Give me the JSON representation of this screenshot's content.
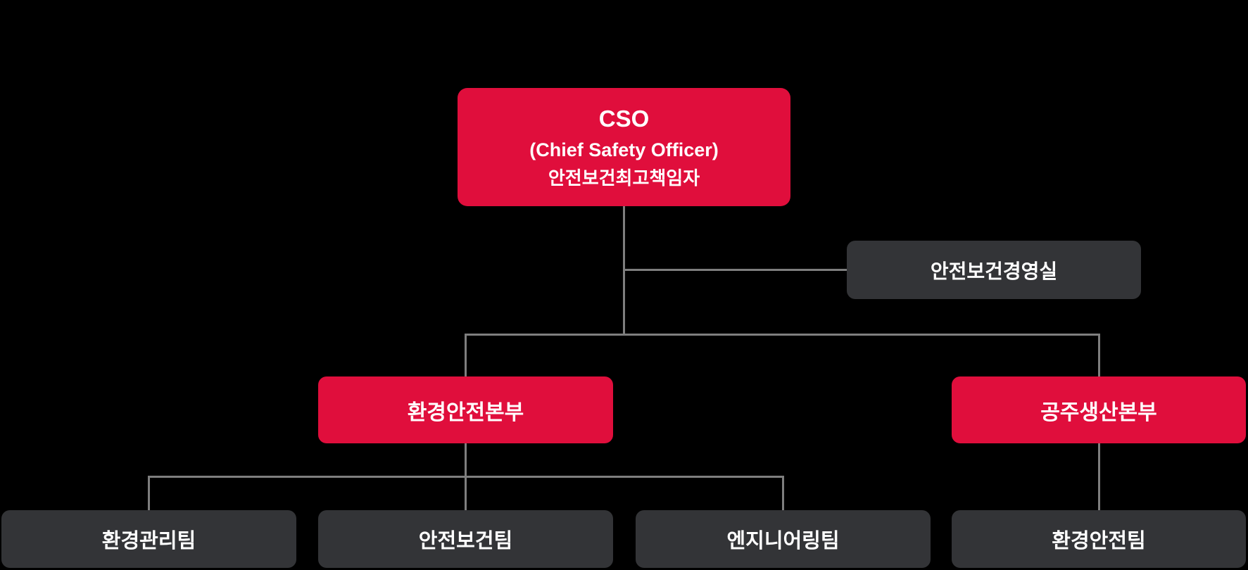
{
  "palette": {
    "background": "#000000",
    "primary_red": "#E00E3C",
    "box_dark_gray": "#333437",
    "connector_gray": "#7E7E7E",
    "text_white": "#FFFFFF"
  },
  "org_chart": {
    "root": {
      "title": "CSO",
      "subtitle_en": "(Chief Safety Officer)",
      "subtitle_ko": "안전보건최고책임자"
    },
    "staff_office": {
      "label": "안전보건경영실"
    },
    "divisions": [
      {
        "label": "환경안전본부",
        "teams": [
          "환경관리팀",
          "안전보건팀",
          "엔지니어링팀"
        ]
      },
      {
        "label": "공주생산본부",
        "teams": [
          "환경안전팀"
        ]
      }
    ]
  }
}
